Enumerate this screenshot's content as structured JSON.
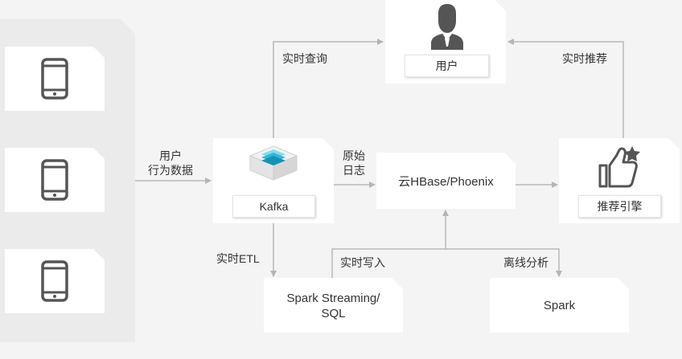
{
  "nodes": {
    "user": {
      "label": "用户"
    },
    "kafka": {
      "label": "Kafka"
    },
    "hbase": {
      "label": "云HBase/Phoenix"
    },
    "engine": {
      "label": "推荐引擎"
    },
    "spark_streaming": {
      "line1": "Spark Streaming/",
      "line2": "SQL"
    },
    "spark": {
      "label": "Spark"
    }
  },
  "edges": {
    "behavior_line1": "用户",
    "behavior_line2": "行为数据",
    "realtime_query": "实时查询",
    "realtime_recommend": "实时推荐",
    "raw_log_line1": "原始",
    "raw_log_line2": "日志",
    "realtime_etl": "实时ETL",
    "realtime_write": "实时写入",
    "offline_analysis": "离线分析"
  },
  "colors": {
    "background": "#f4f4f4",
    "panel": "#ebebeb",
    "card": "#ffffff",
    "arrow": "#b5b5b5",
    "icon": "#555555",
    "kafka_accent": "#2fb8d8"
  },
  "icons": [
    "phone-icon",
    "user-icon",
    "kafka-icon",
    "thumbs-up-icon"
  ]
}
